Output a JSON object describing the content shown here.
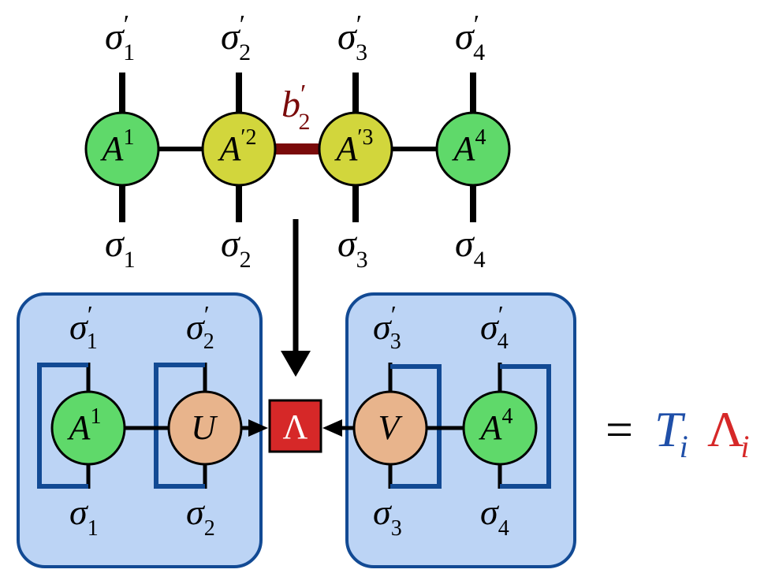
{
  "top_chain": {
    "upper_labels": [
      {
        "base": "σ",
        "sub": "1",
        "prime": "′"
      },
      {
        "base": "σ",
        "sub": "2",
        "prime": "′"
      },
      {
        "base": "σ",
        "sub": "3",
        "prime": "′"
      },
      {
        "base": "σ",
        "sub": "4",
        "prime": "′"
      }
    ],
    "lower_labels": [
      {
        "base": "σ",
        "sub": "1"
      },
      {
        "base": "σ",
        "sub": "2"
      },
      {
        "base": "σ",
        "sub": "3"
      },
      {
        "base": "σ",
        "sub": "4"
      }
    ],
    "nodes": [
      {
        "base": "A",
        "sup": "1"
      },
      {
        "base": "A",
        "sup": "′2"
      },
      {
        "base": "A",
        "sup": "′3"
      },
      {
        "base": "A",
        "sup": "4"
      }
    ],
    "bond_label": {
      "base": "b",
      "prime": "′",
      "sub": "2"
    }
  },
  "left_box": {
    "upper_labels": [
      {
        "base": "σ",
        "sub": "1",
        "prime": "′"
      },
      {
        "base": "σ",
        "sub": "2",
        "prime": "′"
      }
    ],
    "lower_labels": [
      {
        "base": "σ",
        "sub": "1"
      },
      {
        "base": "σ",
        "sub": "2"
      }
    ],
    "nodes": [
      {
        "base": "A",
        "sup": "1"
      },
      {
        "base": "U",
        "sup": ""
      }
    ]
  },
  "right_box": {
    "upper_labels": [
      {
        "base": "σ",
        "sub": "3",
        "prime": "′"
      },
      {
        "base": "σ",
        "sub": "4",
        "prime": "′"
      }
    ],
    "lower_labels": [
      {
        "base": "σ",
        "sub": "3"
      },
      {
        "base": "σ",
        "sub": "4"
      }
    ],
    "nodes": [
      {
        "base": "V",
        "sup": ""
      },
      {
        "base": "A",
        "sup": "4"
      }
    ]
  },
  "center_node": {
    "label": "Λ"
  },
  "equation": {
    "equals": "=",
    "t_base": "T",
    "t_sub": "i",
    "l_base": "Λ",
    "l_sub": "i"
  },
  "colors": {
    "green_node": "#5fd96a",
    "yellow_node": "#d2d63c",
    "peach_node": "#e8b48c",
    "bond_dark_red": "#7a0a0a",
    "lambda_red": "#d62828",
    "box_fill": "#bcd4f5",
    "box_stroke": "#124a94",
    "bracket_blue": "#124a94",
    "t_blue": "#1f4fa8",
    "black": "#000000"
  }
}
